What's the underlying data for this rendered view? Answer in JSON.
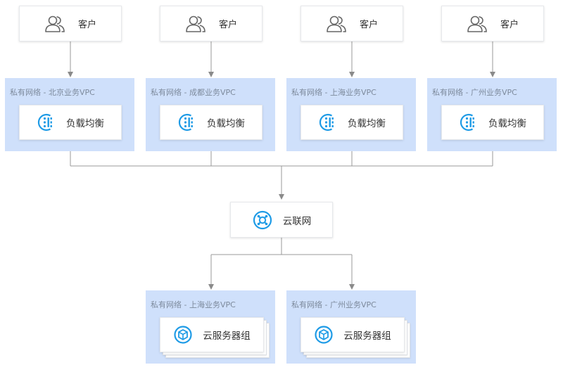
{
  "clients": [
    {
      "label": "客户"
    },
    {
      "label": "客户"
    },
    {
      "label": "客户"
    },
    {
      "label": "客户"
    }
  ],
  "top_vpcs": [
    {
      "label": "私有网络 - 北京业务VPC",
      "service": "负载均衡"
    },
    {
      "label": "私有网络 - 成都业务VPC",
      "service": "负载均衡"
    },
    {
      "label": "私有网络 - 上海业务VPC",
      "service": "负载均衡"
    },
    {
      "label": "私有网络 - 广州业务VPC",
      "service": "负载均衡"
    }
  ],
  "ccn": {
    "label": "云联网"
  },
  "bottom_vpcs": [
    {
      "label": "私有网络 - 上海业务VPC",
      "service": "云服务器组"
    },
    {
      "label": "私有网络 - 广州业务VPC",
      "service": "云服务器组"
    }
  ],
  "colors": {
    "vpc_fill": "#cfe0fb",
    "icon_accent": "#1e9be6",
    "line": "#9a9a9a"
  },
  "icons": {
    "client": "users-icon",
    "load_balancer": "load-balancer-icon",
    "ccn": "cloud-connect-network-icon",
    "server_group": "server-group-icon"
  }
}
